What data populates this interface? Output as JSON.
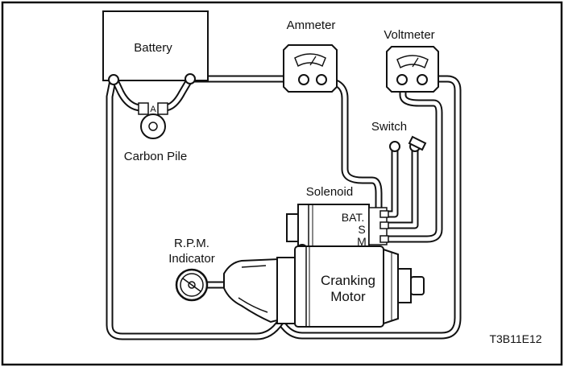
{
  "labels": {
    "battery": "Battery",
    "ammeter": "Ammeter",
    "voltmeter": "Voltmeter",
    "switch": "Switch",
    "carbon_pile": "Carbon Pile",
    "carbon_pile_terminal": "A",
    "solenoid": "Solenoid",
    "terminal_bat": "BAT.",
    "terminal_s": "S",
    "terminal_m": "M",
    "rpm_line1": "R.P.M.",
    "rpm_line2": "Indicator",
    "motor_line1": "Cranking",
    "motor_line2": "Motor",
    "figure_code": "T3B11E12"
  },
  "colors": {
    "ink": "#111111",
    "paper": "#ffffff"
  }
}
